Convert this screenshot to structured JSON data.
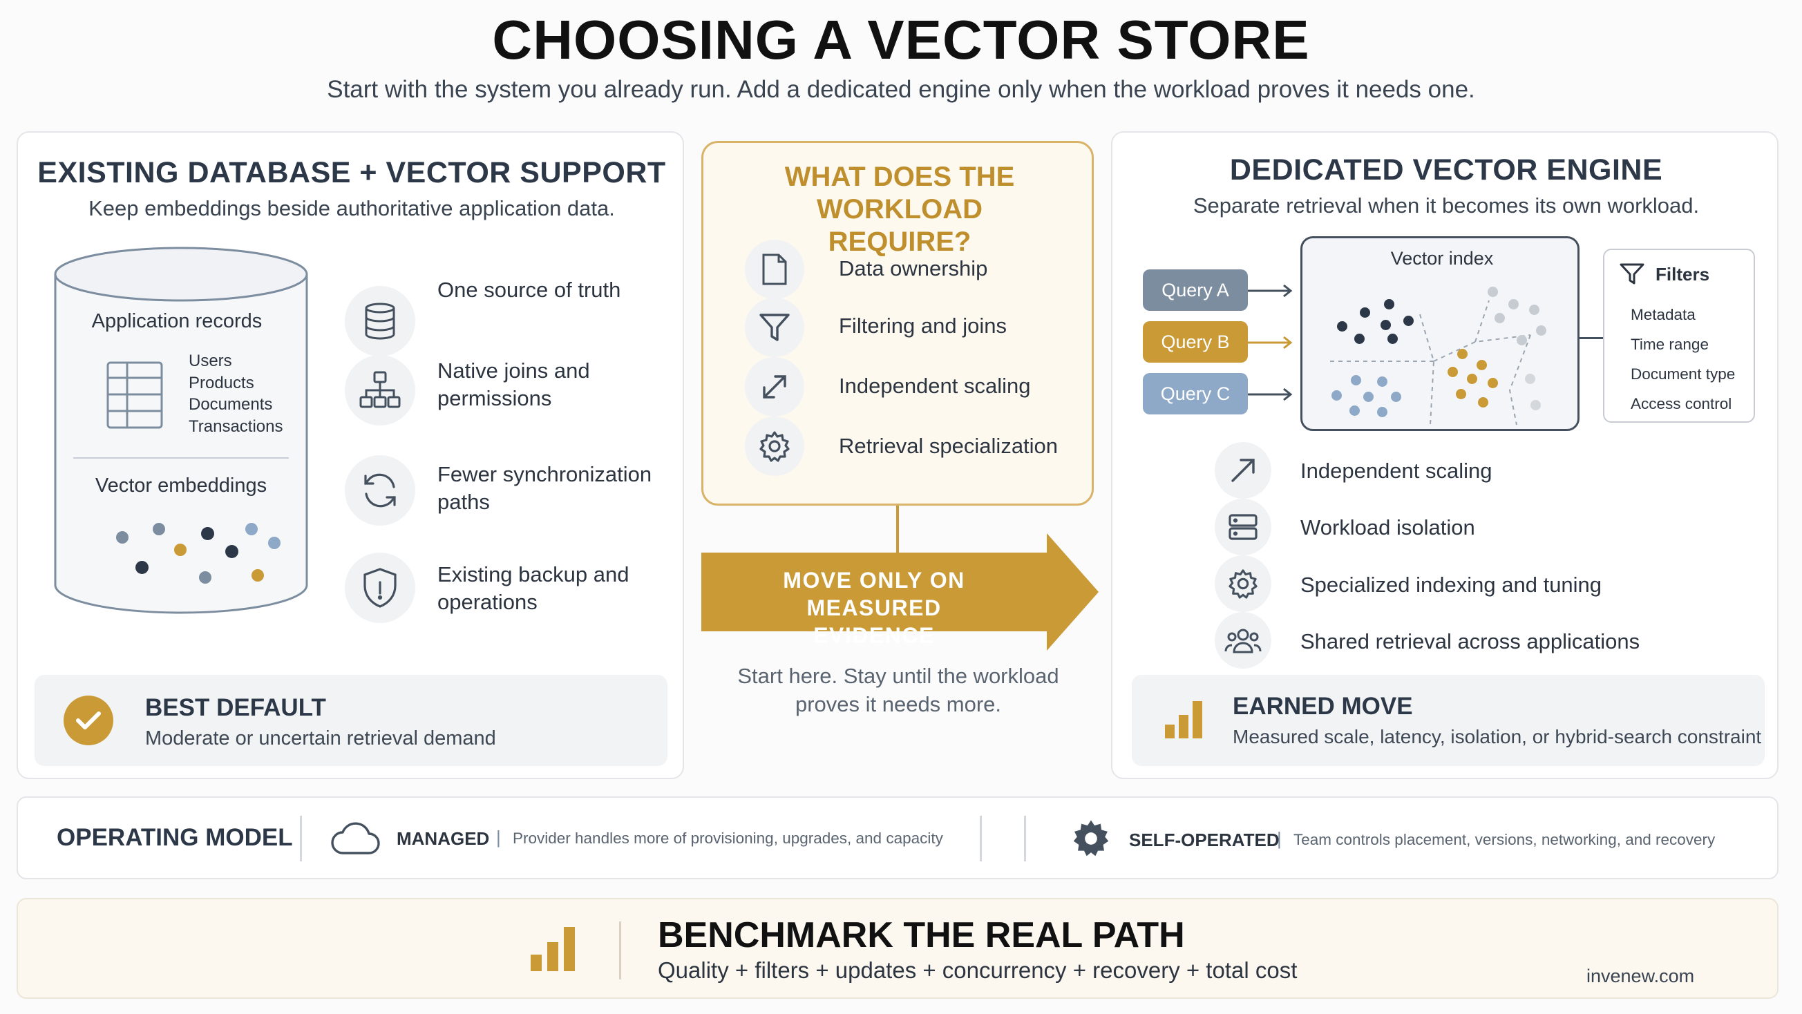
{
  "header": {
    "title": "CHOOSING A VECTOR STORE",
    "subtitle": "Start with the system you already run. Add a dedicated engine only when the workload proves it needs one."
  },
  "left": {
    "title": "EXISTING DATABASE + VECTOR SUPPORT",
    "subtitle": "Keep embeddings beside authoritative application data.",
    "cylinder": {
      "records_label": "Application records",
      "records": [
        "Users",
        "Products",
        "Documents",
        "Transactions"
      ],
      "embeddings_label": "Vector embeddings"
    },
    "features": [
      {
        "icon": "database-icon",
        "text": "One source of truth"
      },
      {
        "icon": "hierarchy-icon",
        "text": "Native joins and permissions"
      },
      {
        "icon": "sync-icon",
        "text": "Fewer synchronization paths"
      },
      {
        "icon": "shield-icon",
        "text": "Existing backup and operations"
      }
    ],
    "badge": {
      "title": "BEST DEFAULT",
      "text": "Moderate or uncertain retrieval demand"
    }
  },
  "center": {
    "question": "WHAT DOES THE WORKLOAD REQUIRE?",
    "items": [
      {
        "icon": "document-icon",
        "text": "Data ownership"
      },
      {
        "icon": "filter-icon",
        "text": "Filtering and joins"
      },
      {
        "icon": "expand-icon",
        "text": "Independent scaling"
      },
      {
        "icon": "gear-icon",
        "text": "Retrieval specialization"
      }
    ],
    "arrow_label": "MOVE ONLY ON MEASURED EVIDENCE",
    "note": "Start here. Stay until the workload proves it needs more."
  },
  "right": {
    "title": "DEDICATED VECTOR ENGINE",
    "subtitle": "Separate retrieval when it becomes its own workload.",
    "queries": [
      "Query A",
      "Query B",
      "Query C"
    ],
    "index_label": "Vector index",
    "filters": {
      "title": "Filters",
      "items": [
        "Metadata",
        "Time range",
        "Document type",
        "Access control"
      ]
    },
    "features": [
      {
        "icon": "scale-arrow-icon",
        "text": "Independent scaling"
      },
      {
        "icon": "server-icon",
        "text": "Workload isolation"
      },
      {
        "icon": "gear-icon",
        "text": "Specialized indexing and tuning"
      },
      {
        "icon": "users-icon",
        "text": "Shared retrieval across applications"
      }
    ],
    "badge": {
      "title": "EARNED MOVE",
      "text": "Measured scale, latency, isolation, or hybrid-search constraint"
    }
  },
  "operating": {
    "label": "OPERATING MODEL",
    "managed_label": "MANAGED",
    "managed_text": "Provider handles more of provisioning, upgrades, and capacity",
    "self_label": "SELF-OPERATED",
    "self_text": "Team controls placement, versions, networking, and recovery",
    "separator": "|"
  },
  "benchmark": {
    "title": "BENCHMARK THE REAL PATH",
    "text": "Quality + filters + updates + concurrency + recovery + total cost",
    "credit": "invenew.com"
  },
  "colors": {
    "gold": "#c99a35",
    "navy": "#2c3848",
    "slate": "#7d8da0",
    "light_blue": "#8ea8c8"
  }
}
